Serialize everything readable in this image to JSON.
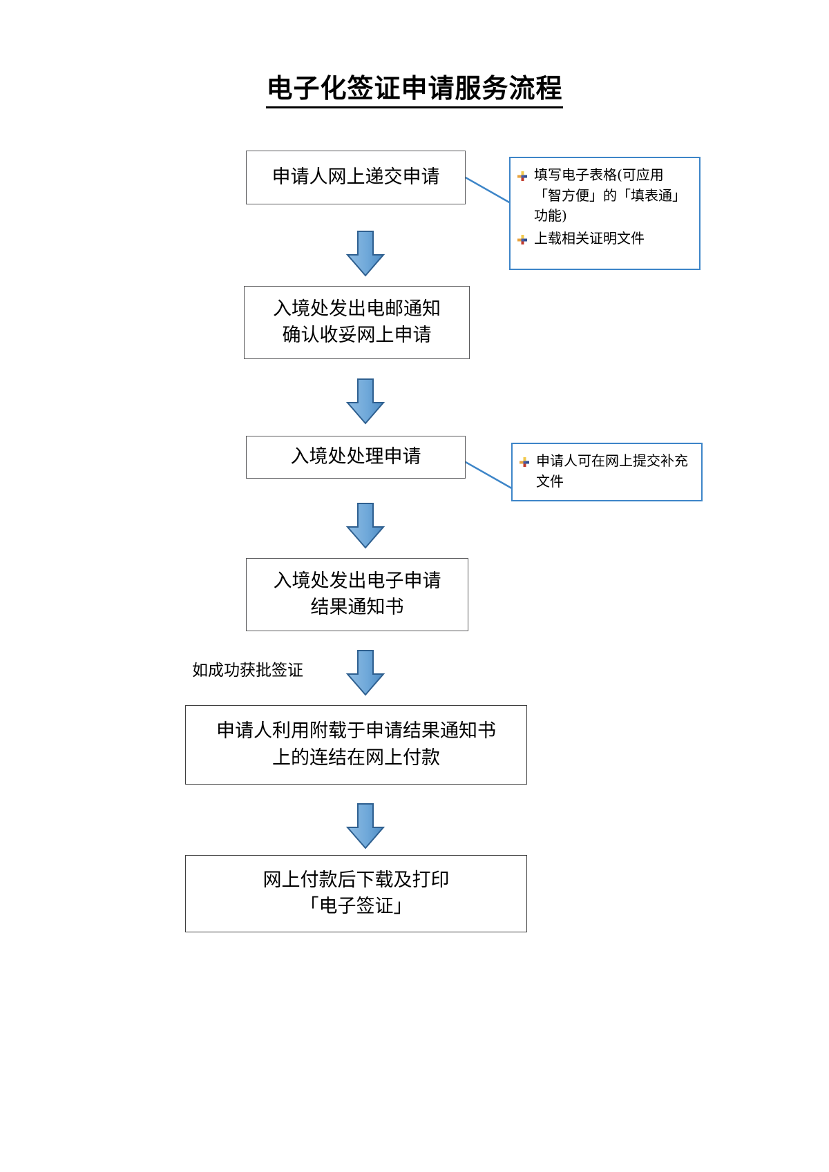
{
  "document": {
    "title": "电子化签证申请服务流程"
  },
  "flow": {
    "steps": [
      {
        "id": "step-1",
        "label": "申请人网上递交申请"
      },
      {
        "id": "step-2",
        "label": "入境处发出电邮通知\n确认收妥网上申请"
      },
      {
        "id": "step-3",
        "label": "入境处处理申请"
      },
      {
        "id": "step-4",
        "label": "入境处发出电子申请\n结果通知书"
      },
      {
        "id": "step-5",
        "label": "申请人利用附载于申请结果通知书\n上的连结在网上付款"
      },
      {
        "id": "step-6",
        "label": "网上付款后下载及打印\n「电子签证」"
      }
    ],
    "connector_label": "如成功获批签证",
    "arrow_count": 5
  },
  "notes": [
    {
      "id": "note-1",
      "attached_to": "step-1",
      "items": [
        "填写电子表格(可应用「智方便」的「填表通」功能)",
        "上载相关证明文件"
      ]
    },
    {
      "id": "note-2",
      "attached_to": "step-3",
      "items": [
        "申请人可在网上提交补充文件"
      ]
    }
  ],
  "icons": {
    "bullet": "plus-cross-icon",
    "arrow": "arrow-down-icon"
  },
  "colors": {
    "arrow_fill_light": "#7BAFDE",
    "arrow_fill_dark": "#5795CE",
    "arrow_stroke": "#2E5F8F",
    "note_border": "#3D85C8",
    "connector_line": "#3D85C8",
    "box_border": "#59595B",
    "text": "#000000"
  }
}
